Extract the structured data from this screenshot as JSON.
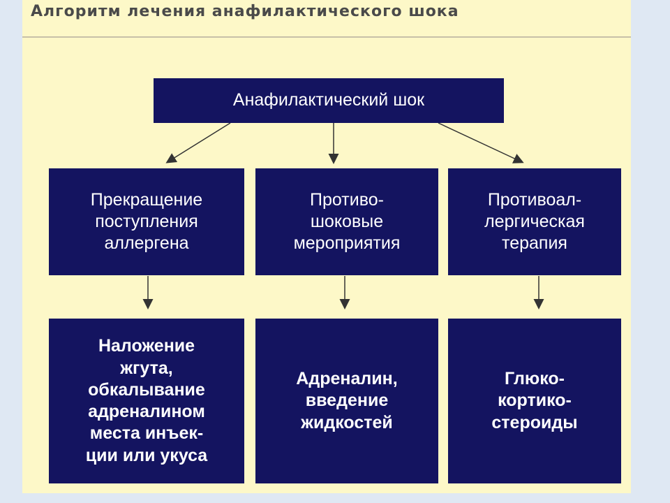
{
  "title": "Алгоритм лечения анафилактического шока",
  "root": "Анафилактический шок",
  "branches": [
    {
      "label": "Прекращение\nпоступления\nаллергена",
      "action": "Наложение\nжгута,\nобкалывание\nадреналином\nместа инъек-\nции или укуса"
    },
    {
      "label": "Противо-\nшоковые\nмероприятия",
      "action": "Адреналин,\nвведение\nжидкостей"
    },
    {
      "label": "Противоал-\nлергическая\nтерапия",
      "action": "Глюко-\nкортико-\nстероиды"
    }
  ],
  "colors": {
    "box": "#141460",
    "background": "#fdf8c8",
    "title": "#4a4a4a",
    "arrow": "#333333"
  }
}
